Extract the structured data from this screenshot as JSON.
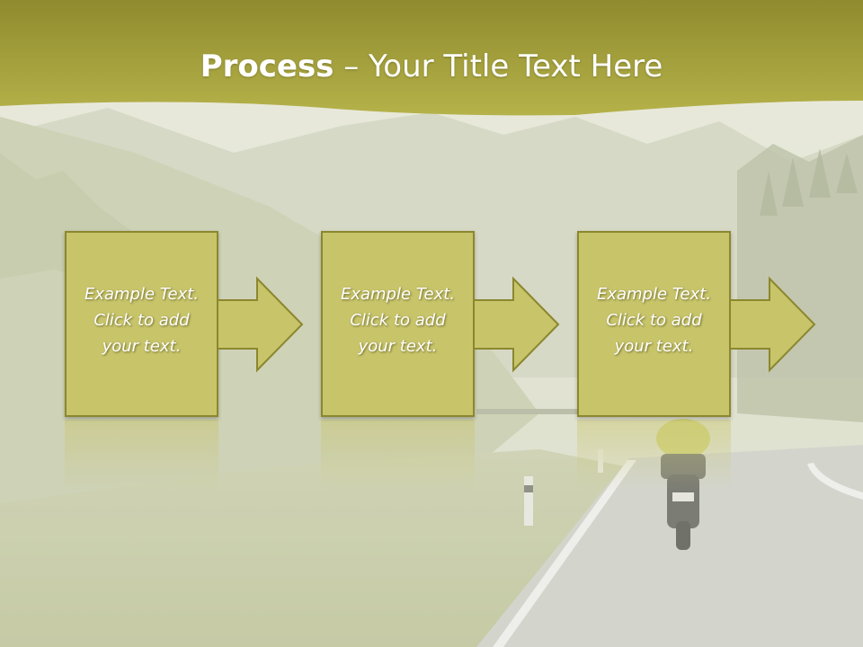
{
  "slide": {
    "title_bold": "Process",
    "title_rest": " – Your Title Text Here"
  },
  "process_steps": [
    {
      "lines": [
        "Example Text.",
        "Click  to add",
        "your text."
      ]
    },
    {
      "lines": [
        "Example Text.",
        "Click  to add",
        "your text."
      ]
    },
    {
      "lines": [
        "Example Text.",
        "Click  to add",
        "your text."
      ]
    }
  ],
  "colors": {
    "header_band": "#a9a63f",
    "box_fill": "#c8c46a",
    "box_border": "#8b872f",
    "text": "#ffffff"
  },
  "background_image": "mountain road with motorcyclist"
}
